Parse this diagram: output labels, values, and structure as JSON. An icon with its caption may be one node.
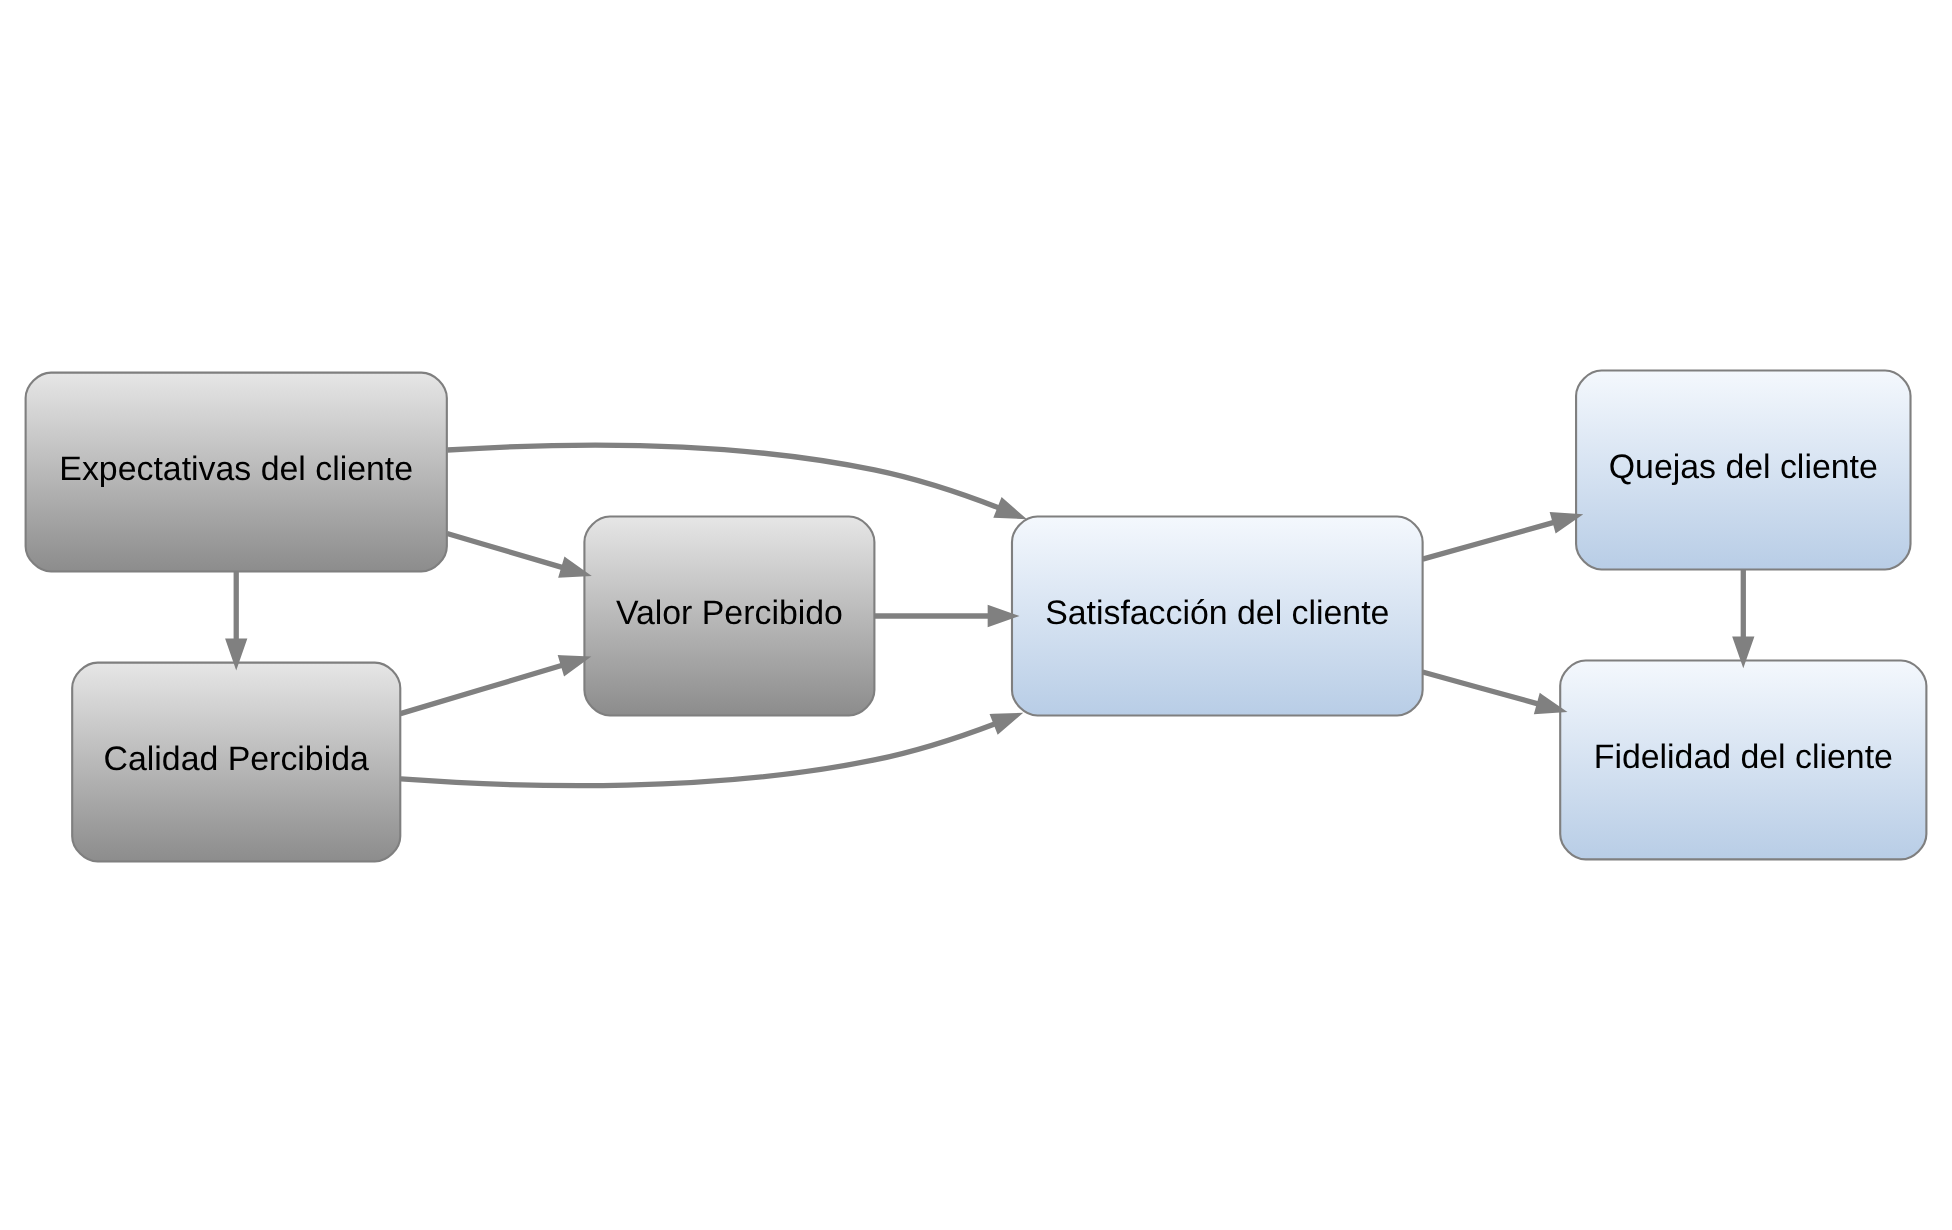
{
  "diagram": {
    "nodes": [
      {
        "text": [
          "Calidad Percibida"
        ]
      },
      {
        "text": [
          "Expectativas del cliente"
        ]
      },
      {
        "text": [
          "Valor Percibido"
        ]
      },
      {
        "text": [
          "Satisfacción del cliente"
        ]
      },
      {
        "text": [
          "Quejas del cliente"
        ]
      },
      {
        "text": [
          "Fidelidad del cliente"
        ]
      }
    ],
    "edges": [
      {
        "from": 1,
        "to": 0,
        "arrow": "to"
      },
      {
        "from": 0,
        "to": 2,
        "arrow": "to"
      },
      {
        "from": 1,
        "to": 2,
        "arrow": "to"
      },
      {
        "from": 0,
        "to": 3,
        "arrow": "to"
      },
      {
        "from": 2,
        "to": 3,
        "arrow": "to"
      },
      {
        "from": 1,
        "to": 3,
        "arrow": "to"
      },
      {
        "from": 3,
        "to": 4,
        "arrow": "to"
      },
      {
        "from": 3,
        "to": 5,
        "arrow": "to"
      },
      {
        "from": 4,
        "to": 5,
        "arrow": "to"
      }
    ]
  }
}
